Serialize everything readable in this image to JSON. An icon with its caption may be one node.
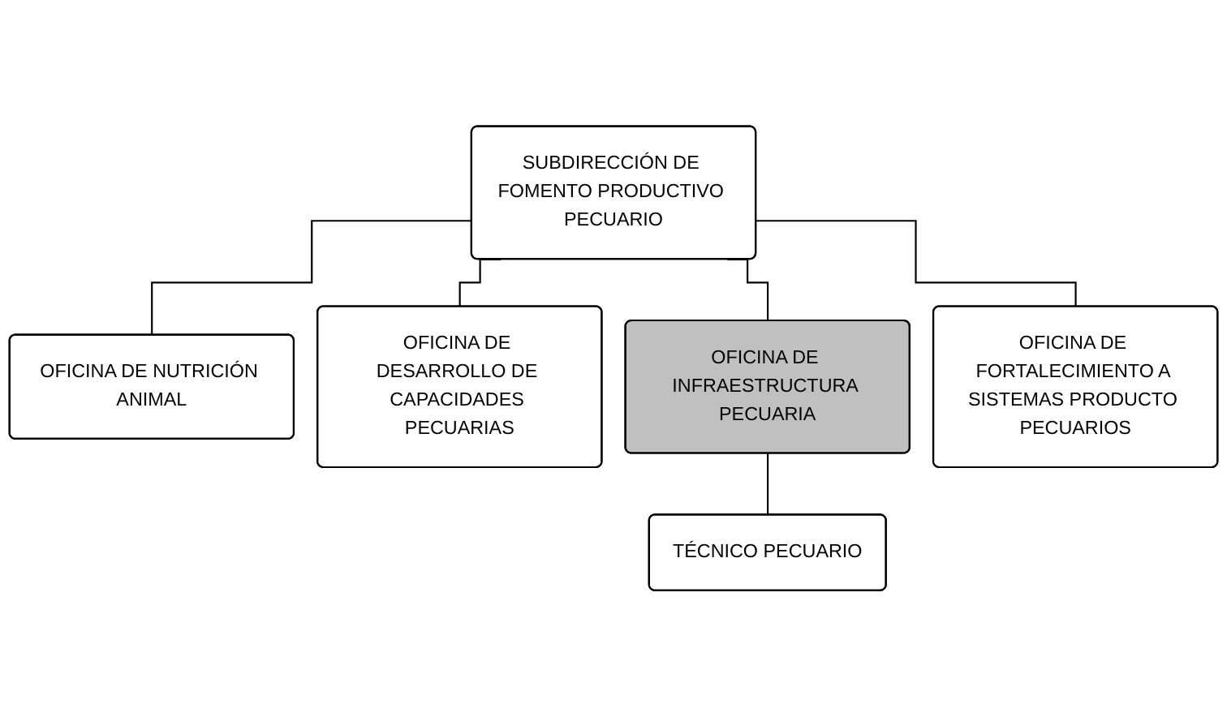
{
  "diagram": {
    "nodes": [
      {
        "text": [
          "SUBDIRECCIÓN DE FOMENTO PRODUCTIVO PECUARIO"
        ]
      },
      {
        "text": [
          "OFICINA DE NUTRICIÓN ANIMAL"
        ]
      },
      {
        "text": [
          "OFICINA DE DESARROLLO DE CAPACIDADES PECUARIAS"
        ]
      },
      {
        "text": [
          "OFICINA DE INFRAESTRUCTURA PECUARIA"
        ]
      },
      {
        "text": [
          "OFICINA DE FORTALECIMIENTO A SISTEMAS PRODUCTO PECUARIOS"
        ]
      },
      {
        "text": [
          "TÉCNICO PECUARIO"
        ]
      }
    ],
    "edges": [
      {
        "from": 0,
        "to": 1,
        "arrow": "none"
      },
      {
        "from": 0,
        "to": 2,
        "arrow": "none"
      },
      {
        "from": 0,
        "to": 3,
        "arrow": "none"
      },
      {
        "from": 0,
        "to": 4,
        "arrow": "none"
      },
      {
        "from": 3,
        "to": 5,
        "arrow": "none"
      }
    ]
  }
}
